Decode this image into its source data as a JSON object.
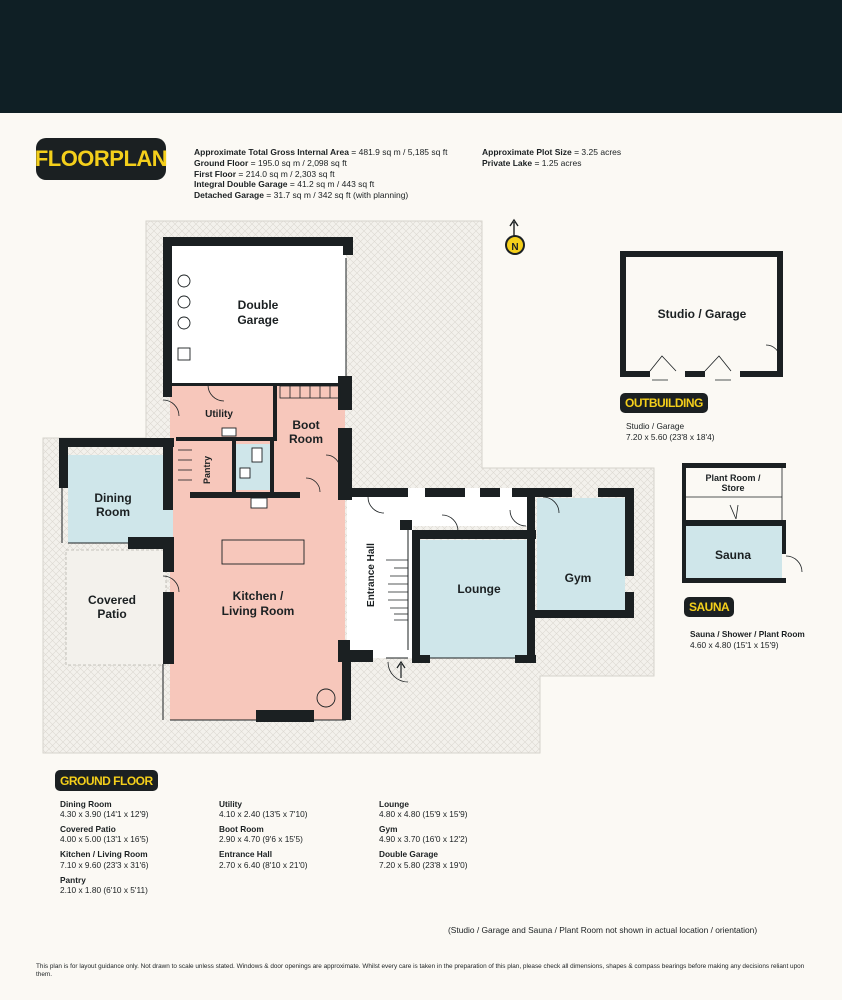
{
  "header": {
    "title": "FLOORPLAN"
  },
  "areas": [
    {
      "label": "Approximate Total Gross Internal Area",
      "value": " = 481.9 sq m / 5,185 sq ft"
    },
    {
      "label": "Ground Floor",
      "value": " = 195.0 sq m / 2,098 sq ft"
    },
    {
      "label": "First Floor",
      "value": " = 214.0 sq m / 2,303 sq ft"
    },
    {
      "label": "Integral Double Garage",
      "value": " = 41.2 sq m / 443 sq ft"
    },
    {
      "label": "Detached Garage",
      "value": " = 31.7 sq m / 342 sq ft (with planning)"
    }
  ],
  "plot": [
    {
      "label": "Approximate Plot Size",
      "value": " = 3.25 acres"
    },
    {
      "label": "Private Lake",
      "value": " = 1.25 acres"
    }
  ],
  "compass": {
    "label": "N"
  },
  "plan_labels": {
    "double_garage_1": "Double",
    "double_garage_2": "Garage",
    "utility": "Utility",
    "boot_1": "Boot",
    "boot_2": "Room",
    "pantry": "Pantry",
    "dining_1": "Dining",
    "dining_2": "Room",
    "covered_1": "Covered",
    "covered_2": "Patio",
    "kitchen_1": "Kitchen /",
    "kitchen_2": "Living Room",
    "entrance": "Entrance Hall",
    "lounge": "Lounge",
    "gym": "Gym",
    "studio": "Studio / Garage",
    "plant_1": "Plant Room /",
    "plant_2": "Store",
    "sauna": "Sauna"
  },
  "outbuilding": {
    "badge": "OUTBUILDING",
    "name": "Studio / Garage",
    "dims": "7.20 x 5.60 (23'8 x 18'4)"
  },
  "sauna_block": {
    "badge": "SAUNA",
    "name": "Sauna / Shower / Plant Room",
    "dims": "4.60 x 4.80 (15'1 x 15'9)"
  },
  "ground_floor": {
    "badge": "GROUND FLOOR",
    "columns": [
      [
        {
          "name": "Dining Room",
          "dims": "4.30 x 3.90 (14'1 x 12'9)"
        },
        {
          "name": "Covered Patio",
          "dims": "4.00 x 5.00 (13'1 x 16'5)"
        },
        {
          "name": "Kitchen  / Living Room",
          "dims": "7.10 x 9.60 (23'3 x 31'6)"
        },
        {
          "name": "Pantry",
          "dims": "2.10 x 1.80 (6'10 x 5'11)"
        }
      ],
      [
        {
          "name": "Utility",
          "dims": "4.10 x 2.40 (13'5 x 7'10)"
        },
        {
          "name": "Boot Room",
          "dims": "2.90 x 4.70 (9'6 x 15'5)"
        },
        {
          "name": "Entrance Hall",
          "dims": "2.70 x 6.40 (8'10 x 21'0)"
        }
      ],
      [
        {
          "name": "Lounge",
          "dims": "4.80 x 4.80 (15'9 x 15'9)"
        },
        {
          "name": "Gym",
          "dims": "4.90 x 3.70 (16'0 x 12'2)"
        },
        {
          "name": "Double Garage",
          "dims": "7.20 x 5.80 (23'8 x 19'0)"
        }
      ]
    ]
  },
  "note": "(Studio / Garage and Sauna / Plant Room not shown in actual location / orientation)",
  "disclaimer": "This plan is for layout guidance only. Not drawn to scale unless stated. Windows & door openings are approximate. Whilst every care is taken in the preparation of this plan, please check all dimensions, shapes & compass bearings before making any decisions reliant upon them.",
  "colors": {
    "header_bg": "#0f1f25",
    "accent_yellow": "#f4cf1b",
    "kitchen_fill": "#f7c7bb",
    "blue_fill": "#cfe6ea",
    "wall": "#1b2022"
  }
}
